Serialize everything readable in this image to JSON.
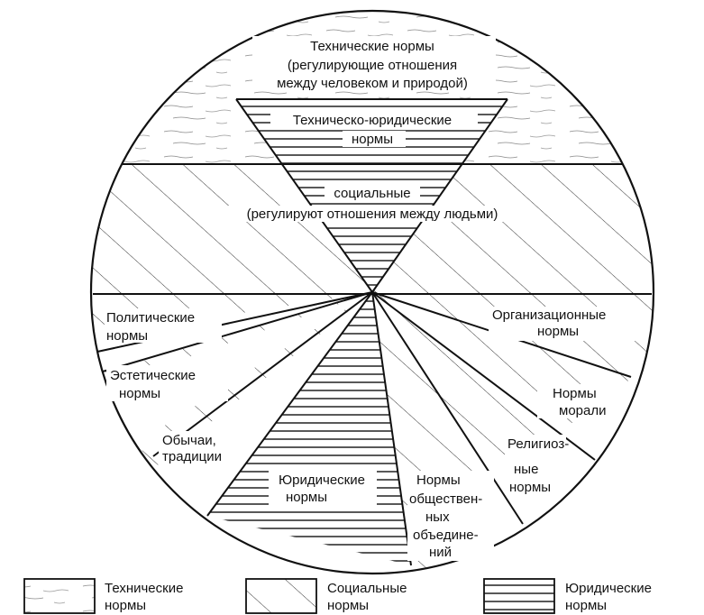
{
  "diagram": {
    "regions": {
      "technical": [
        "Технические нормы",
        "(регулирующие отношения",
        "между человеком и природой)"
      ],
      "techno_legal": [
        "Техническо-юридические",
        "нормы"
      ],
      "social": [
        "социальные",
        "(регулируют отношения между людьми)"
      ],
      "political": [
        "Политические",
        "нормы"
      ],
      "aesthetic": [
        "Эстетические",
        "нормы"
      ],
      "customs": [
        "Обычаи,",
        "традиции"
      ],
      "legal": [
        "Юридические",
        "нормы"
      ],
      "public_associations": [
        "Нормы",
        "обществен-",
        "ных",
        "объедине-",
        "ний"
      ],
      "religious": [
        "Религиоз-",
        "ные",
        "нормы"
      ],
      "moral": [
        "Нормы",
        "морали"
      ],
      "organizational": [
        "Организационные",
        "нормы"
      ]
    }
  },
  "legend": [
    {
      "pattern": "wavy",
      "line1": "Технические",
      "line2": "нормы"
    },
    {
      "pattern": "diagonal",
      "line1": "Социальные",
      "line2": "нормы"
    },
    {
      "pattern": "horizontal",
      "line1": "Юридические",
      "line2": "нормы"
    }
  ]
}
